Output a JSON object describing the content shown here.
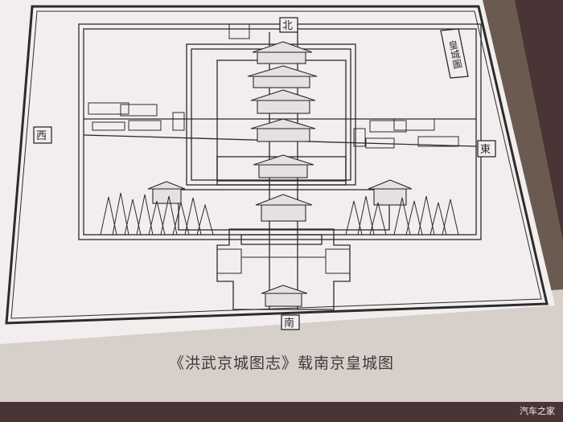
{
  "map": {
    "labels": {
      "north": "北",
      "south": "南",
      "west": "西",
      "east": "東",
      "title_box": "皇城圖"
    }
  },
  "caption": "《洪武京城图志》载南京皇城图",
  "watermark": "汽车之家",
  "colors": {
    "paper": "#f3eeee",
    "ink": "#2b2b2b",
    "frame": "#4a3536",
    "wall_mount": "#d9d2cc"
  }
}
